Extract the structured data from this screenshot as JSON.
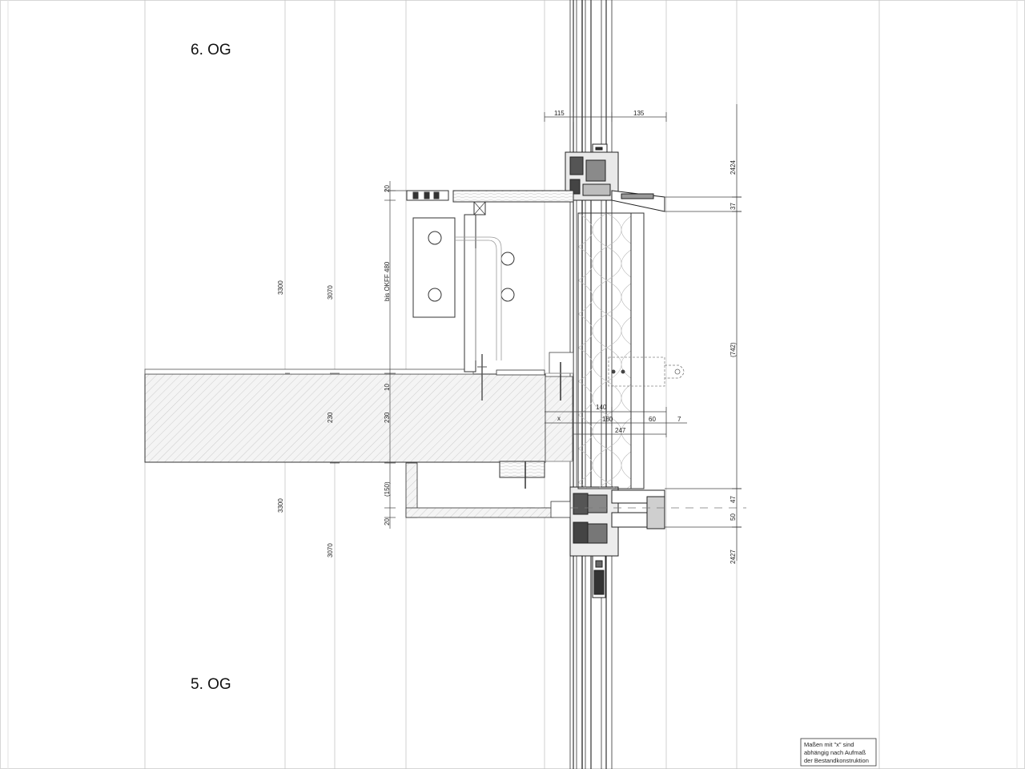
{
  "floors": {
    "upper": "6. OG",
    "lower": "5. OG"
  },
  "dims": {
    "d115": "115",
    "d135": "135",
    "d2424": "2424",
    "d37": "37",
    "d20a": "20",
    "bis_okff": "bis OKFF 480",
    "d3300a": "3300",
    "d3070a": "3070",
    "d742": "(742)",
    "d10": "10",
    "d230a": "230",
    "d230b": "230",
    "d140": "140",
    "dx": "x",
    "d180": "180",
    "d60": "60",
    "d7": "7",
    "d247": "247",
    "d150": "(150)",
    "d20b": "20",
    "d47": "47",
    "d50": "50",
    "d2427": "2427",
    "d3300b": "3300",
    "d3070b": "3070"
  },
  "note": {
    "line1": "Maßen mit \"x\" sind",
    "line2": "abhängig nach Aufmaß",
    "line3": "der Bestandkonstruktion"
  }
}
